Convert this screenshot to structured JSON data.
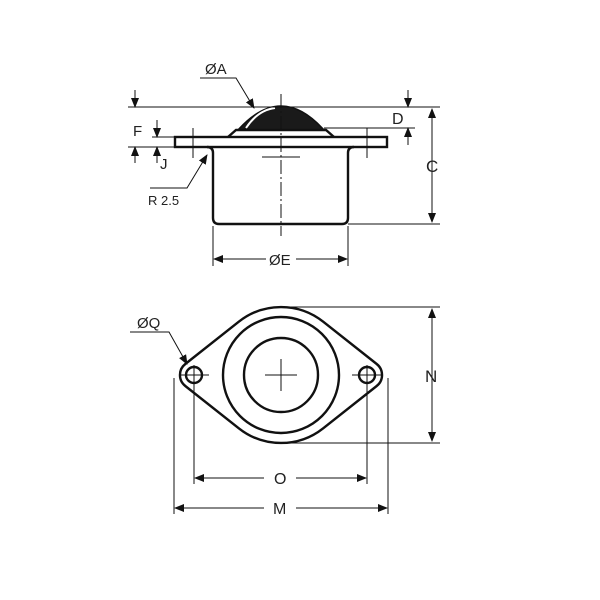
{
  "side_view": {
    "labels": {
      "ball_diameter": "ØA",
      "total_height": "C",
      "ball_protrusion": "D",
      "cup_diameter": "ØE",
      "flange_height": "F",
      "flange_thickness": "J",
      "radius": "R 2.5"
    }
  },
  "top_view": {
    "labels": {
      "hole_diameter": "ØQ",
      "hole_spacing": "O",
      "overall_length": "M",
      "overall_width": "N"
    }
  },
  "colors": {
    "line": "#111111",
    "ball": "#1a1a1a"
  }
}
